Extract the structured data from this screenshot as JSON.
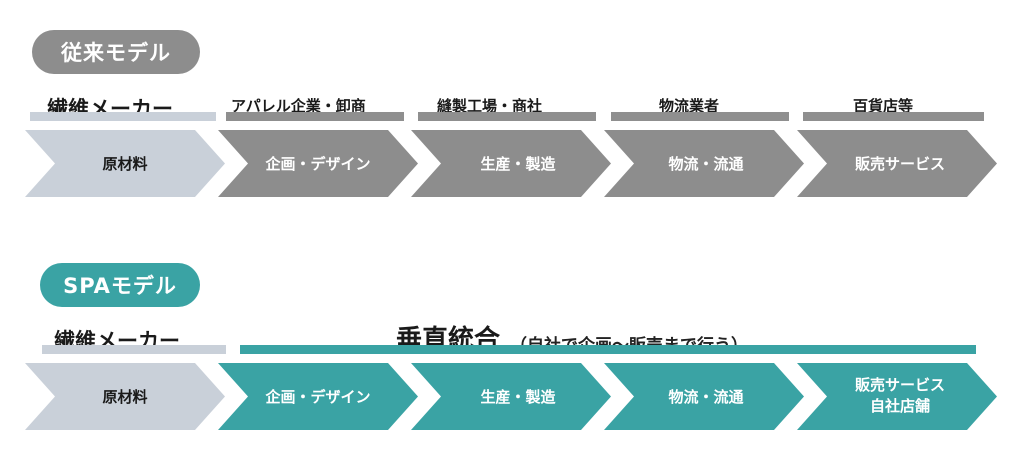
{
  "colors": {
    "gray_dark": "#8d8d8d",
    "gray_light": "#c9d0d9",
    "bar_gray": "#8f8f8f",
    "bar_light": "#c9d0d9",
    "teal": "#3aa3a4"
  },
  "traditional": {
    "title": "従来モデル",
    "actors": [
      "繊維メーカー",
      "アパレル企業・卸商",
      "縫製工場・商社",
      "物流業者",
      "百貨店等"
    ],
    "steps": [
      "原材料",
      "企画・デザイン",
      "生産・製造",
      "物流・流通",
      "販売サービス"
    ]
  },
  "spa": {
    "title": "SPAモデル",
    "actor": "繊維メーカー",
    "vertical_label": "垂直統合",
    "vertical_note": "（自社で企画〜販売まで行う）",
    "steps": [
      "原材料",
      "企画・デザイン",
      "生産・製造",
      "物流・流通",
      "販売サービス\n自社店舗"
    ]
  }
}
